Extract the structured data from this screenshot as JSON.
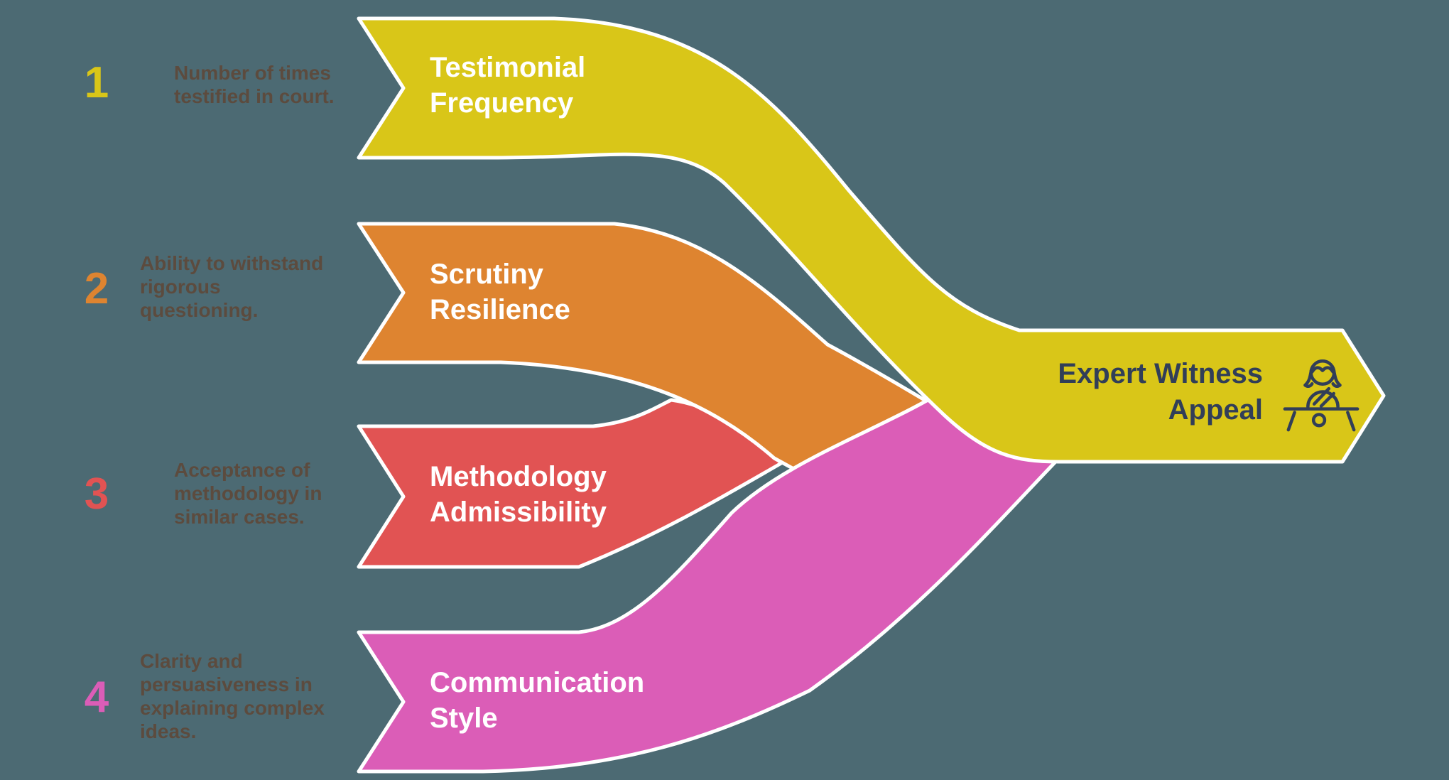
{
  "background_color": "#4c6a73",
  "outline_color": "#ffffff",
  "description_color": "#5c4b3e",
  "items": [
    {
      "number": "1",
      "description": "Number of times\ntestified in court.",
      "label": "Testimonial\nFrequency",
      "color": "#d9c618"
    },
    {
      "number": "2",
      "description": "Ability to withstand\nrigorous\nquestioning.",
      "label": "Scrutiny\nResilience",
      "color": "#de8430"
    },
    {
      "number": "3",
      "description": "Acceptance of\nmethodology in\nsimilar cases.",
      "label": "Methodology\nAdmissibility",
      "color": "#e15353"
    },
    {
      "number": "4",
      "description": "Clarity and\npersuasiveness in\nexplaining complex\nideas.",
      "label": "Communication\nStyle",
      "color": "#db5db7"
    }
  ],
  "target": {
    "label": "Expert Witness\nAppeal",
    "color": "#d9c618",
    "text_color": "#313e58",
    "icon": "witness-stand-icon"
  }
}
